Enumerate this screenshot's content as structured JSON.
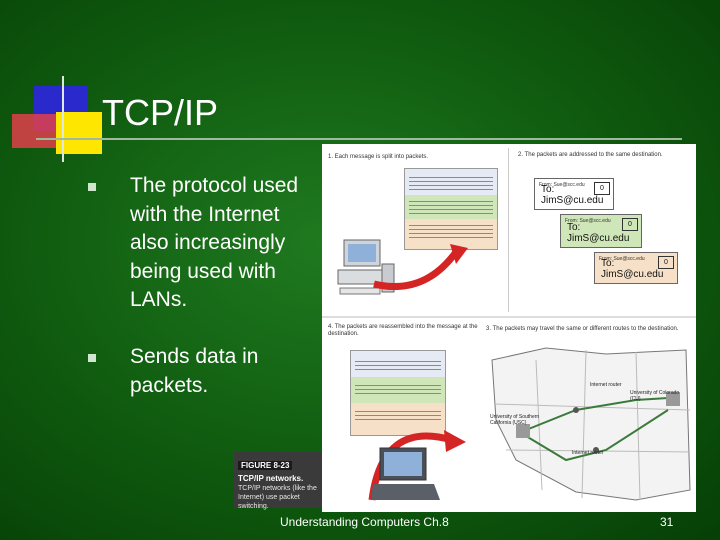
{
  "slide": {
    "title": "TCP/IP",
    "bullets": [
      "The protocol used with the Internet also increasingly being used with LANs.",
      "Sends data in packets."
    ],
    "footer_left": "Understanding Computers Ch.8",
    "page_number": "31"
  },
  "figure": {
    "step1": "1. Each message is split into packets.",
    "step2": "2. The packets are addressed to the same destination.",
    "step3": "3. The packets may travel the same or different routes to the destination.",
    "step4": "4. The packets are reassembled into the message at the destination.",
    "packets": [
      {
        "from": "From: Sue@scc.edu",
        "to": "To: JimS@cu.edu",
        "num": "0"
      },
      {
        "from": "From: Sue@scc.edu",
        "to": "To: JimS@cu.edu",
        "num": "0"
      },
      {
        "from": "From: Sue@scc.edu",
        "to": "To: JimS@cu.edu",
        "num": "0"
      }
    ],
    "map_labels": {
      "router_top": "Internet router",
      "router_bottom": "Internet router",
      "university_left": "University of Southern California (USC)",
      "university_right": "University of Colorado (CU)"
    },
    "label_number": "FIGURE 8-23",
    "label_title": "TCP/IP networks.",
    "label_caption": "TCP/IP networks (like the Internet) use packet switching."
  },
  "colors": {
    "background": "#0f5a0f",
    "accent_blue": "#2a2acc",
    "accent_yellow": "#ffe600",
    "accent_red": "#e0404a",
    "arrow_red": "#d42424"
  }
}
